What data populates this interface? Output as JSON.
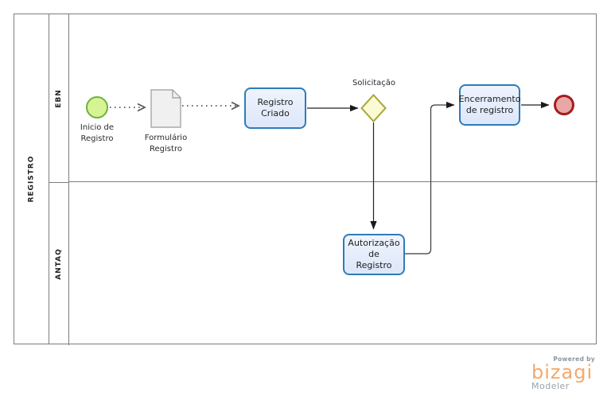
{
  "diagram": {
    "pool_label": "REGISTRO",
    "lanes": [
      {
        "label": "EBN"
      },
      {
        "label": "ANTAQ"
      }
    ]
  },
  "nodes": {
    "start_event_label": "Inicio de\nRegistro",
    "document_label": "Formulário\nRegistro",
    "task_registro_criado": "Registro\nCriado",
    "gateway_label": "Solicitação",
    "task_autorizacao": "Autorização de\nRegistro",
    "task_encerramento": "Encerramento\nde registro"
  },
  "colors": {
    "task_border": "#2e7cb8",
    "task_fill": "#e6edfb",
    "gateway_border": "#a6a63c",
    "gateway_fill": "#fbfad2",
    "start_border": "#6db33f",
    "start_fill": "#d6f493",
    "end_border": "#a11d1d",
    "end_fill": "#e9a7a7",
    "document_fill": "#f0f0f0",
    "document_border": "#9a9a9a",
    "pool_border": "#7d7d7d",
    "logo_orange": "#f3a96b"
  },
  "branding": {
    "powered_by": "Powered by",
    "logo": "bizagi",
    "product": "Modeler"
  }
}
